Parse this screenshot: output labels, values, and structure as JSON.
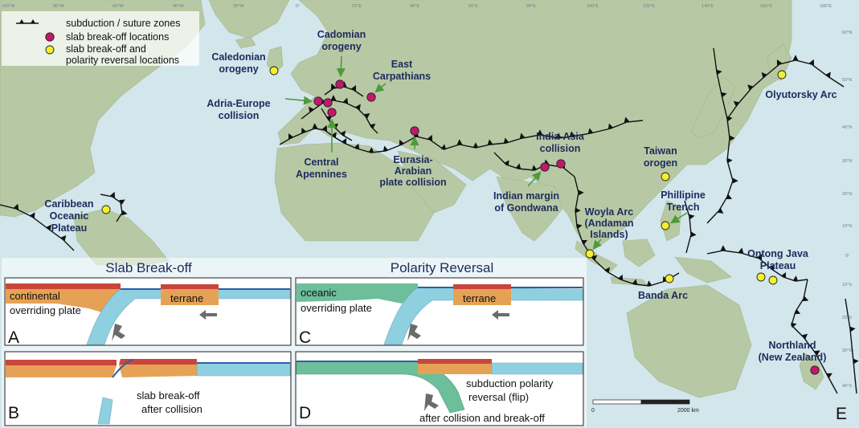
{
  "legend": {
    "subduction": "subduction / suture zones",
    "breakoff": "slab break-off locations",
    "reversal_line1": "slab break-off and",
    "reversal_line2": "polarity reversal locations"
  },
  "colors": {
    "ocean": "#d2e6ec",
    "land": "#b7c9a4",
    "breakoff_dot": "#c2186b",
    "reversal_dot": "#f5ee2e",
    "label": "#1d2b5c",
    "arrow": "#4f9a3c",
    "continental_crust": "#e5a256",
    "oceanic_crust": "#8fd0e0",
    "green_plate": "#6cbf9a",
    "cap_red": "#c9463b"
  },
  "map_labels": {
    "caledonian_1": "Caledonian",
    "caledonian_2": "orogeny",
    "cadomian_1": "Cadomian",
    "cadomian_2": "orogeny",
    "east_carp_1": "East",
    "east_carp_2": "Carpathians",
    "adria_1": "Adria-Europe",
    "adria_2": "collision",
    "central_ap_1": "Central",
    "central_ap_2": "Apennines",
    "eurasia_1": "Eurasia-",
    "eurasia_2": "Arabian",
    "eurasia_3": "plate collision",
    "india_asia_1": "India-Asia",
    "india_asia_2": "collision",
    "indian_margin_1": "Indian margin",
    "indian_margin_2": "of Gondwana",
    "taiwan_1": "Taiwan",
    "taiwan_2": "orogen",
    "phillipine_1": "Phillipine",
    "phillipine_2": "Trench",
    "woyla_1": "Woyla Arc",
    "woyla_2": "(Andaman",
    "woyla_3": "Islands)",
    "ontong_1": "Ontong Java",
    "ontong_2": "Plateau",
    "banda": "Banda Arc",
    "olyutorsky": "Olyutorsky Arc",
    "northland_1": "Northland",
    "northland_2": "(New Zealand)",
    "caribbean_1": "Caribbean",
    "caribbean_2": "Oceanic",
    "caribbean_3": "Plateau"
  },
  "panels": {
    "slab_title": "Slab Break-off",
    "polarity_title": "Polarity Reversal",
    "A": {
      "letter": "A",
      "plate_1": "continental",
      "plate_2": "overriding plate",
      "terrane": "terrane"
    },
    "B": {
      "letter": "B",
      "caption_1": "slab break-off",
      "caption_2": "after collision"
    },
    "C": {
      "letter": "C",
      "plate_1": "oceanic",
      "plate_2": "overriding plate",
      "terrane": "terrane"
    },
    "D": {
      "letter": "D",
      "caption_1": "subduction polarity",
      "caption_2": "reversal (flip)",
      "caption_3": "after collision and break-off"
    },
    "E": {
      "letter": "E"
    }
  },
  "scale_bar": {
    "start": "0",
    "end": "2000 km"
  },
  "graticule": {
    "longitudes": [
      "100°W",
      "80°W",
      "60°W",
      "40°W",
      "20°W",
      "0°",
      "20°E",
      "40°E",
      "60°E",
      "80°E",
      "100°E",
      "120°E",
      "140°E",
      "160°E",
      "180°E"
    ],
    "latitudes": [
      "60°N",
      "50°N",
      "40°N",
      "30°N",
      "20°N",
      "10°N",
      "0°",
      "10°S",
      "20°S",
      "30°S",
      "40°S"
    ]
  }
}
